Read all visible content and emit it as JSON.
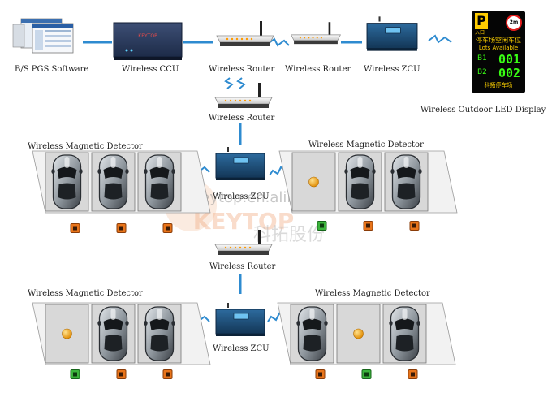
{
  "labels": {
    "bs_pgs_software": "B/S PGS Software",
    "wireless_ccu": "Wireless CCU",
    "router_1": "Wireless Router",
    "router_2": "Wireless Router",
    "zcu_top": "Wireless ZCU",
    "router_3": "Wireless Router",
    "outdoor_led_display": "Wireless Outdoor LED Display",
    "detector_1": "Wireless Magnetic Detector",
    "detector_2": "Wireless Magnetic Detector",
    "zcu_mid": "Wireless ZCU",
    "router_4": "Wireless Router",
    "detector_3": "Wireless Magnetic Detector",
    "detector_4": "Wireless Magnetic Detector",
    "zcu_bottom": "Wireless ZCU"
  },
  "led_display": {
    "p_symbol": "P",
    "p_entry": "入口",
    "height_sign": "2m",
    "title_cn": "停车场空闲车位",
    "title_en": "Lots Available",
    "rows": [
      {
        "label": "B1",
        "value": "001"
      },
      {
        "label": "B2",
        "value": "002"
      }
    ],
    "footer_cn": "科拓停车场"
  },
  "watermark": {
    "url": "keytop.en.alibaba.com",
    "brand": "KEYTOP",
    "brand_cn": "科拓股份"
  },
  "ccu_brand": "KEYTOP",
  "colors": {
    "link": "#2e8bd0",
    "wireless": "#2e8bd0",
    "sensor_orange": "#e8741a",
    "sensor_green": "#3cb43c",
    "led_yellow": "#ffd200",
    "led_green": "#39ff14",
    "zcu_blue": "#1f4f7a",
    "ball": "#f5a00a"
  },
  "lots": [
    {
      "id": "A",
      "spaces": [
        "car",
        "car",
        "car"
      ],
      "sensors": [
        "orange",
        "orange",
        "orange"
      ]
    },
    {
      "id": "B",
      "spaces": [
        "ball",
        "car",
        "car"
      ],
      "sensors": [
        "green",
        "orange",
        "orange"
      ]
    },
    {
      "id": "C",
      "spaces": [
        "ball",
        "car",
        "car"
      ],
      "sensors": [
        "green",
        "orange",
        "orange"
      ]
    },
    {
      "id": "D",
      "spaces": [
        "car",
        "ball",
        "car"
      ],
      "sensors": [
        "orange",
        "green",
        "orange"
      ]
    }
  ]
}
